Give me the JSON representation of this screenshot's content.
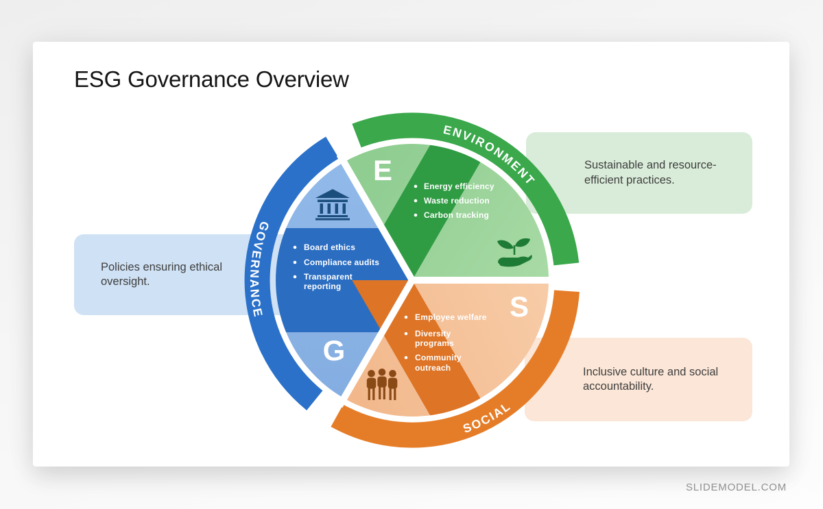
{
  "slide": {
    "title": "ESG Governance Overview"
  },
  "footer": {
    "brand": "SLIDEMODEL.COM"
  },
  "colors": {
    "env_ring": "#3aa84b",
    "env_light": "#97d199",
    "env_dark": "#2f9b43",
    "gov_ring": "#2b71c9",
    "gov_light": "#8bb3e5",
    "gov_dark": "#2b6dc1",
    "soc_ring": "#e57d28",
    "soc_light": "#f4c097",
    "soc_dark": "#dd7426",
    "callout_env_bg": "#d9ecd9",
    "callout_gov_bg": "#cfe1f4",
    "callout_soc_bg": "#fbe6d7",
    "icon_bank": "#1c4e7d",
    "icon_plant": "#1e7b35",
    "icon_people": "#8a4a16"
  },
  "diagram": {
    "environment": {
      "ring_label": "ENVIRONMENT",
      "letter": "E",
      "items": [
        [
          "Energy efficiency"
        ],
        [
          "Waste reduction"
        ],
        [
          "Carbon tracking"
        ]
      ],
      "callout": "Sustainable and resource-efficient practices."
    },
    "governance": {
      "ring_label": "GOVERNANCE",
      "letter": "G",
      "items": [
        [
          "Board ethics"
        ],
        [
          "Compliance audits"
        ],
        [
          "Transparent",
          "reporting"
        ]
      ],
      "callout": "Policies ensuring ethical oversight."
    },
    "social": {
      "ring_label": "SOCIAL",
      "letter": "S",
      "items": [
        [
          "Employee welfare"
        ],
        [
          "Diversity",
          "programs"
        ],
        [
          "Community",
          "outreach"
        ]
      ],
      "callout": "Inclusive culture and social accountability."
    }
  }
}
